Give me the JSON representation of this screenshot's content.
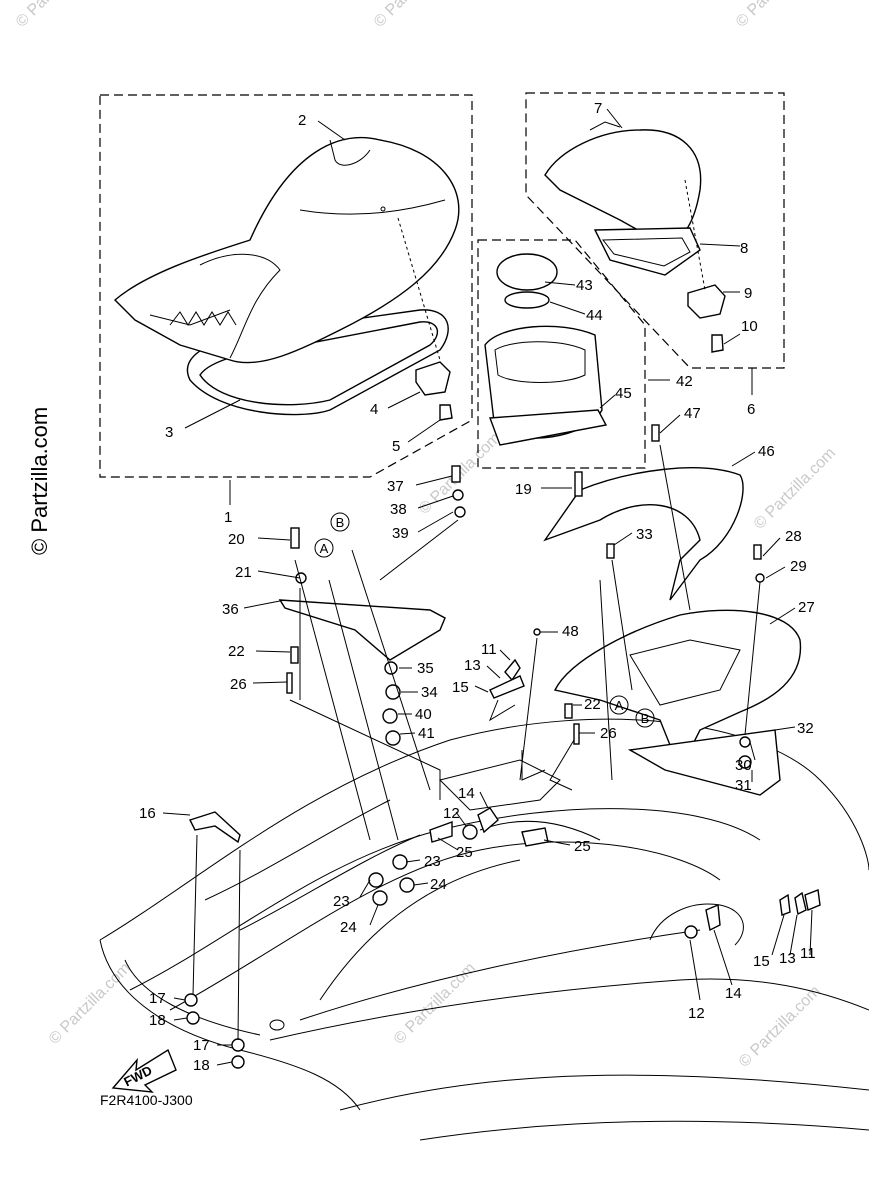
{
  "watermark": {
    "side": "© Partzilla.com",
    "tile": "© Partzilla.com"
  },
  "drawing_code": "F2R4100-J300",
  "fwd_label": "FWD",
  "ref_labels": {
    "a": "A",
    "b": "B"
  },
  "callouts": {
    "c1": "1",
    "c2": "2",
    "c3": "3",
    "c4": "4",
    "c5": "5",
    "c6": "6",
    "c7": "7",
    "c8": "8",
    "c9": "9",
    "c10": "10",
    "c11a": "11",
    "c11b": "11",
    "c12a": "12",
    "c12b": "12",
    "c13a": "13",
    "c13b": "13",
    "c14a": "14",
    "c14b": "14",
    "c15a": "15",
    "c15b": "15",
    "c16": "16",
    "c17a": "17",
    "c17b": "17",
    "c18a": "18",
    "c18b": "18",
    "c19": "19",
    "c20": "20",
    "c21": "21",
    "c22a": "22",
    "c22b": "22",
    "c23a": "23",
    "c23b": "23",
    "c24a": "24",
    "c24b": "24",
    "c25a": "25",
    "c25b": "25",
    "c26a": "26",
    "c26b": "26",
    "c27": "27",
    "c28": "28",
    "c29": "29",
    "c30": "30",
    "c31": "31",
    "c32": "32",
    "c33": "33",
    "c34": "34",
    "c35": "35",
    "c36": "36",
    "c37": "37",
    "c38": "38",
    "c39": "39",
    "c40": "40",
    "c41": "41",
    "c42": "42",
    "c43": "43",
    "c44": "44",
    "c45": "45",
    "c46": "46",
    "c47": "47",
    "c48": "48"
  }
}
